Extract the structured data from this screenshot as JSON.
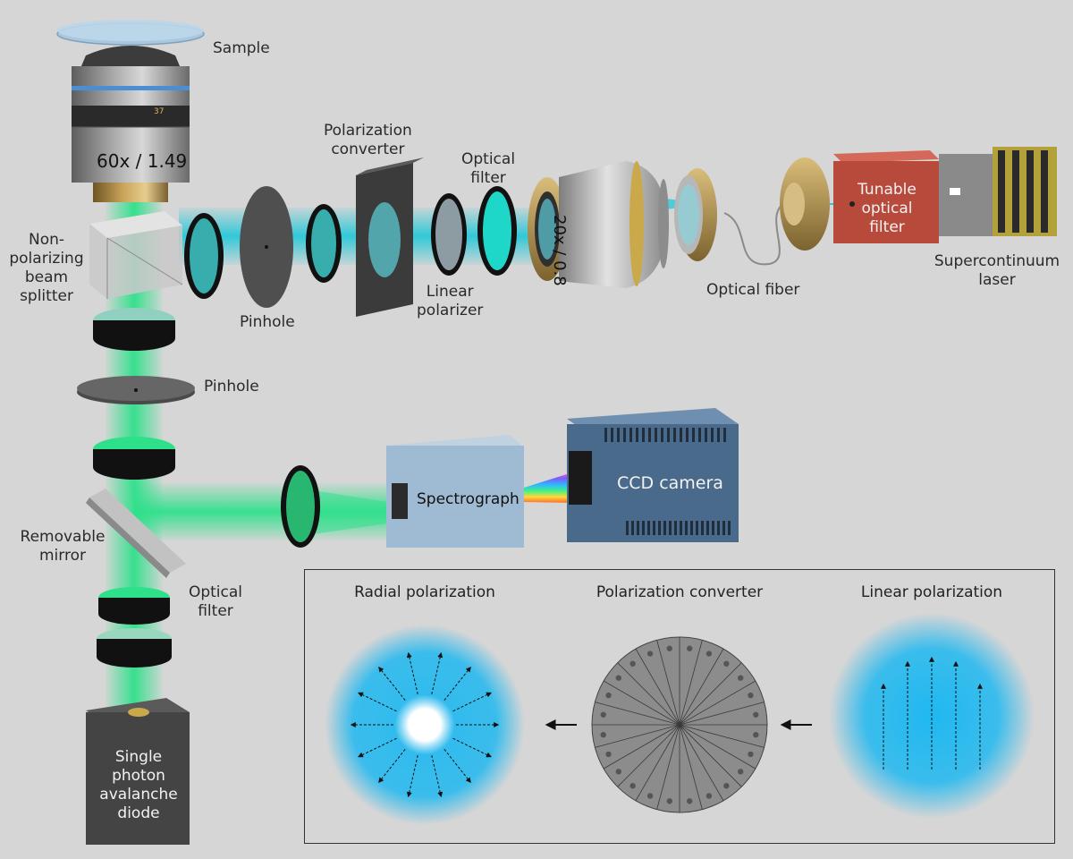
{
  "diagram": {
    "labels": {
      "sample": "Sample",
      "objective_main": "60x / 1.49",
      "objective_ring": "37",
      "beam_splitter": [
        "Non-",
        "polarizing",
        "beam",
        "splitter"
      ],
      "pinhole_top": "Pinhole",
      "polarization_converter": [
        "Polarization",
        "converter"
      ],
      "optical_filter_top": [
        "Optical",
        "filter"
      ],
      "linear_polarizer": [
        "Linear",
        "polarizer"
      ],
      "objective_small": "20x / 0.8",
      "optical_fiber": "Optical fiber",
      "tunable_filter": [
        "Tunable",
        "optical",
        "filter"
      ],
      "supercontinuum": [
        "Supercontinuum",
        "laser"
      ],
      "pinhole_mid": "Pinhole",
      "removable_mirror": [
        "Removable",
        "mirror"
      ],
      "optical_filter_bottom": [
        "Optical",
        "filter"
      ],
      "spectrograph": "Spectrograph",
      "ccd_camera": "CCD camera",
      "spad": [
        "Single",
        "photon",
        "avalanche",
        "diode"
      ]
    },
    "inset": {
      "radial": "Radial polarization",
      "converter": "Polarization converter",
      "linear": "Linear polarization"
    },
    "colors": {
      "background": "#d6d6d6",
      "excitation_beam": "#29c8d8",
      "emission_beam": "#2ee08a",
      "tunable_filter_box": "#b84a3c",
      "ccd_body": "#4a6a8c",
      "spectrograph_body": "#9fbbd3",
      "spad_body": "#444444",
      "polarization_glow": "#1fb8f0"
    }
  }
}
